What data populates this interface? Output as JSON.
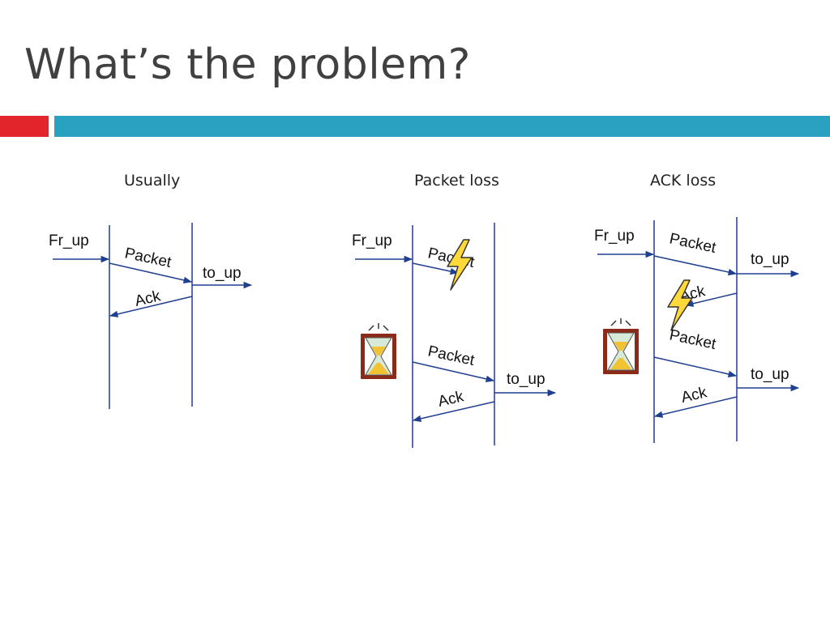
{
  "slide": {
    "title": "What’s the problem?"
  },
  "colors": {
    "title": "#404040",
    "accent_red": "#e2252b",
    "accent_blue": "#2aa1c0",
    "line_blue": "#1f3f8f",
    "lightning_fill": "#ffd83a",
    "lightning_stroke": "#333333",
    "hourglass_frame": "#8b2a18",
    "hourglass_glass": "#d7ead8",
    "hourglass_sand": "#f1c232"
  },
  "panels": [
    {
      "heading": "Usually",
      "label_in": "Fr_up",
      "label_out": "to_up",
      "packet": "Packet",
      "ack": "Ack"
    },
    {
      "heading": "Packet loss",
      "label_in": "Fr_up",
      "packet_lost": "Packet",
      "packet_retry": "Packet",
      "label_out": "to_up",
      "ack": "Ack"
    },
    {
      "heading": "ACK loss",
      "label_in": "Fr_up",
      "packet": "Packet",
      "label_out_1": "to_up",
      "ack_lost": "Ack",
      "packet_retry": "Packet",
      "label_out_2": "to_up",
      "ack": "Ack"
    }
  ]
}
